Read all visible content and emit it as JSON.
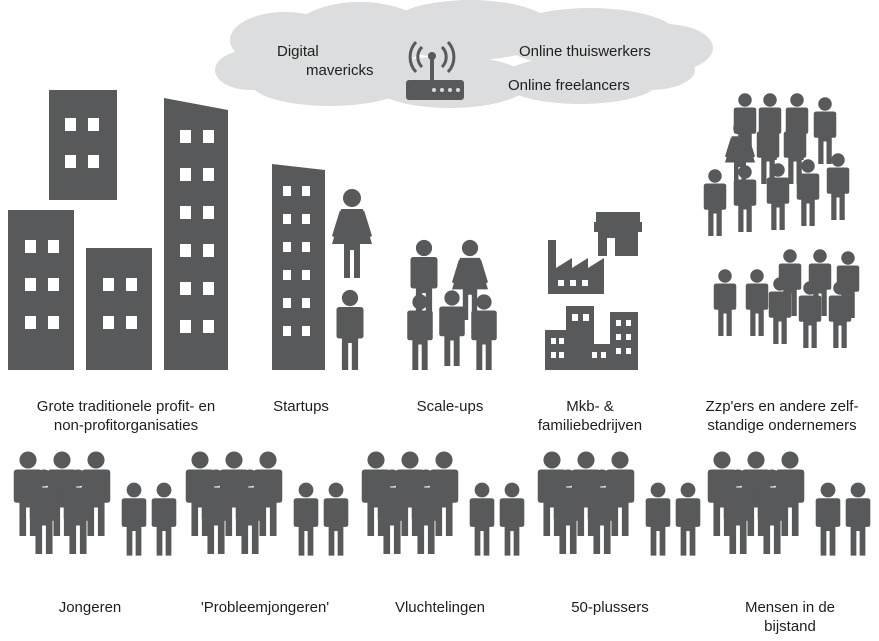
{
  "cloud": {
    "items": [
      "Digital",
      "mavericks",
      "Online thuiswerkers",
      "Online freelancers"
    ],
    "icon": "wifi-router-icon"
  },
  "top_row": {
    "large_orgs": {
      "line1": "Grote traditionele profit- en",
      "line2": "non-profitorganisaties"
    },
    "startups": "Startups",
    "scaleups": "Scale-ups",
    "sme": {
      "line1": "Mkb- &",
      "line2": "familiebedrijven"
    },
    "freelancers": {
      "line1": "Zzp'ers en andere zelf-",
      "line2": "standige ondernemers"
    }
  },
  "bottom_row": {
    "youth": "Jongeren",
    "problem_youth": "'Probleemjongeren'",
    "refugees": "Vluchtelingen",
    "over50": "50-plussers",
    "welfare": {
      "line1": "Mensen in de",
      "line2": "bijstand"
    }
  },
  "colors": {
    "icon": "#58595b",
    "cloud": "#dcdddf",
    "text": "#1e1e1e"
  }
}
